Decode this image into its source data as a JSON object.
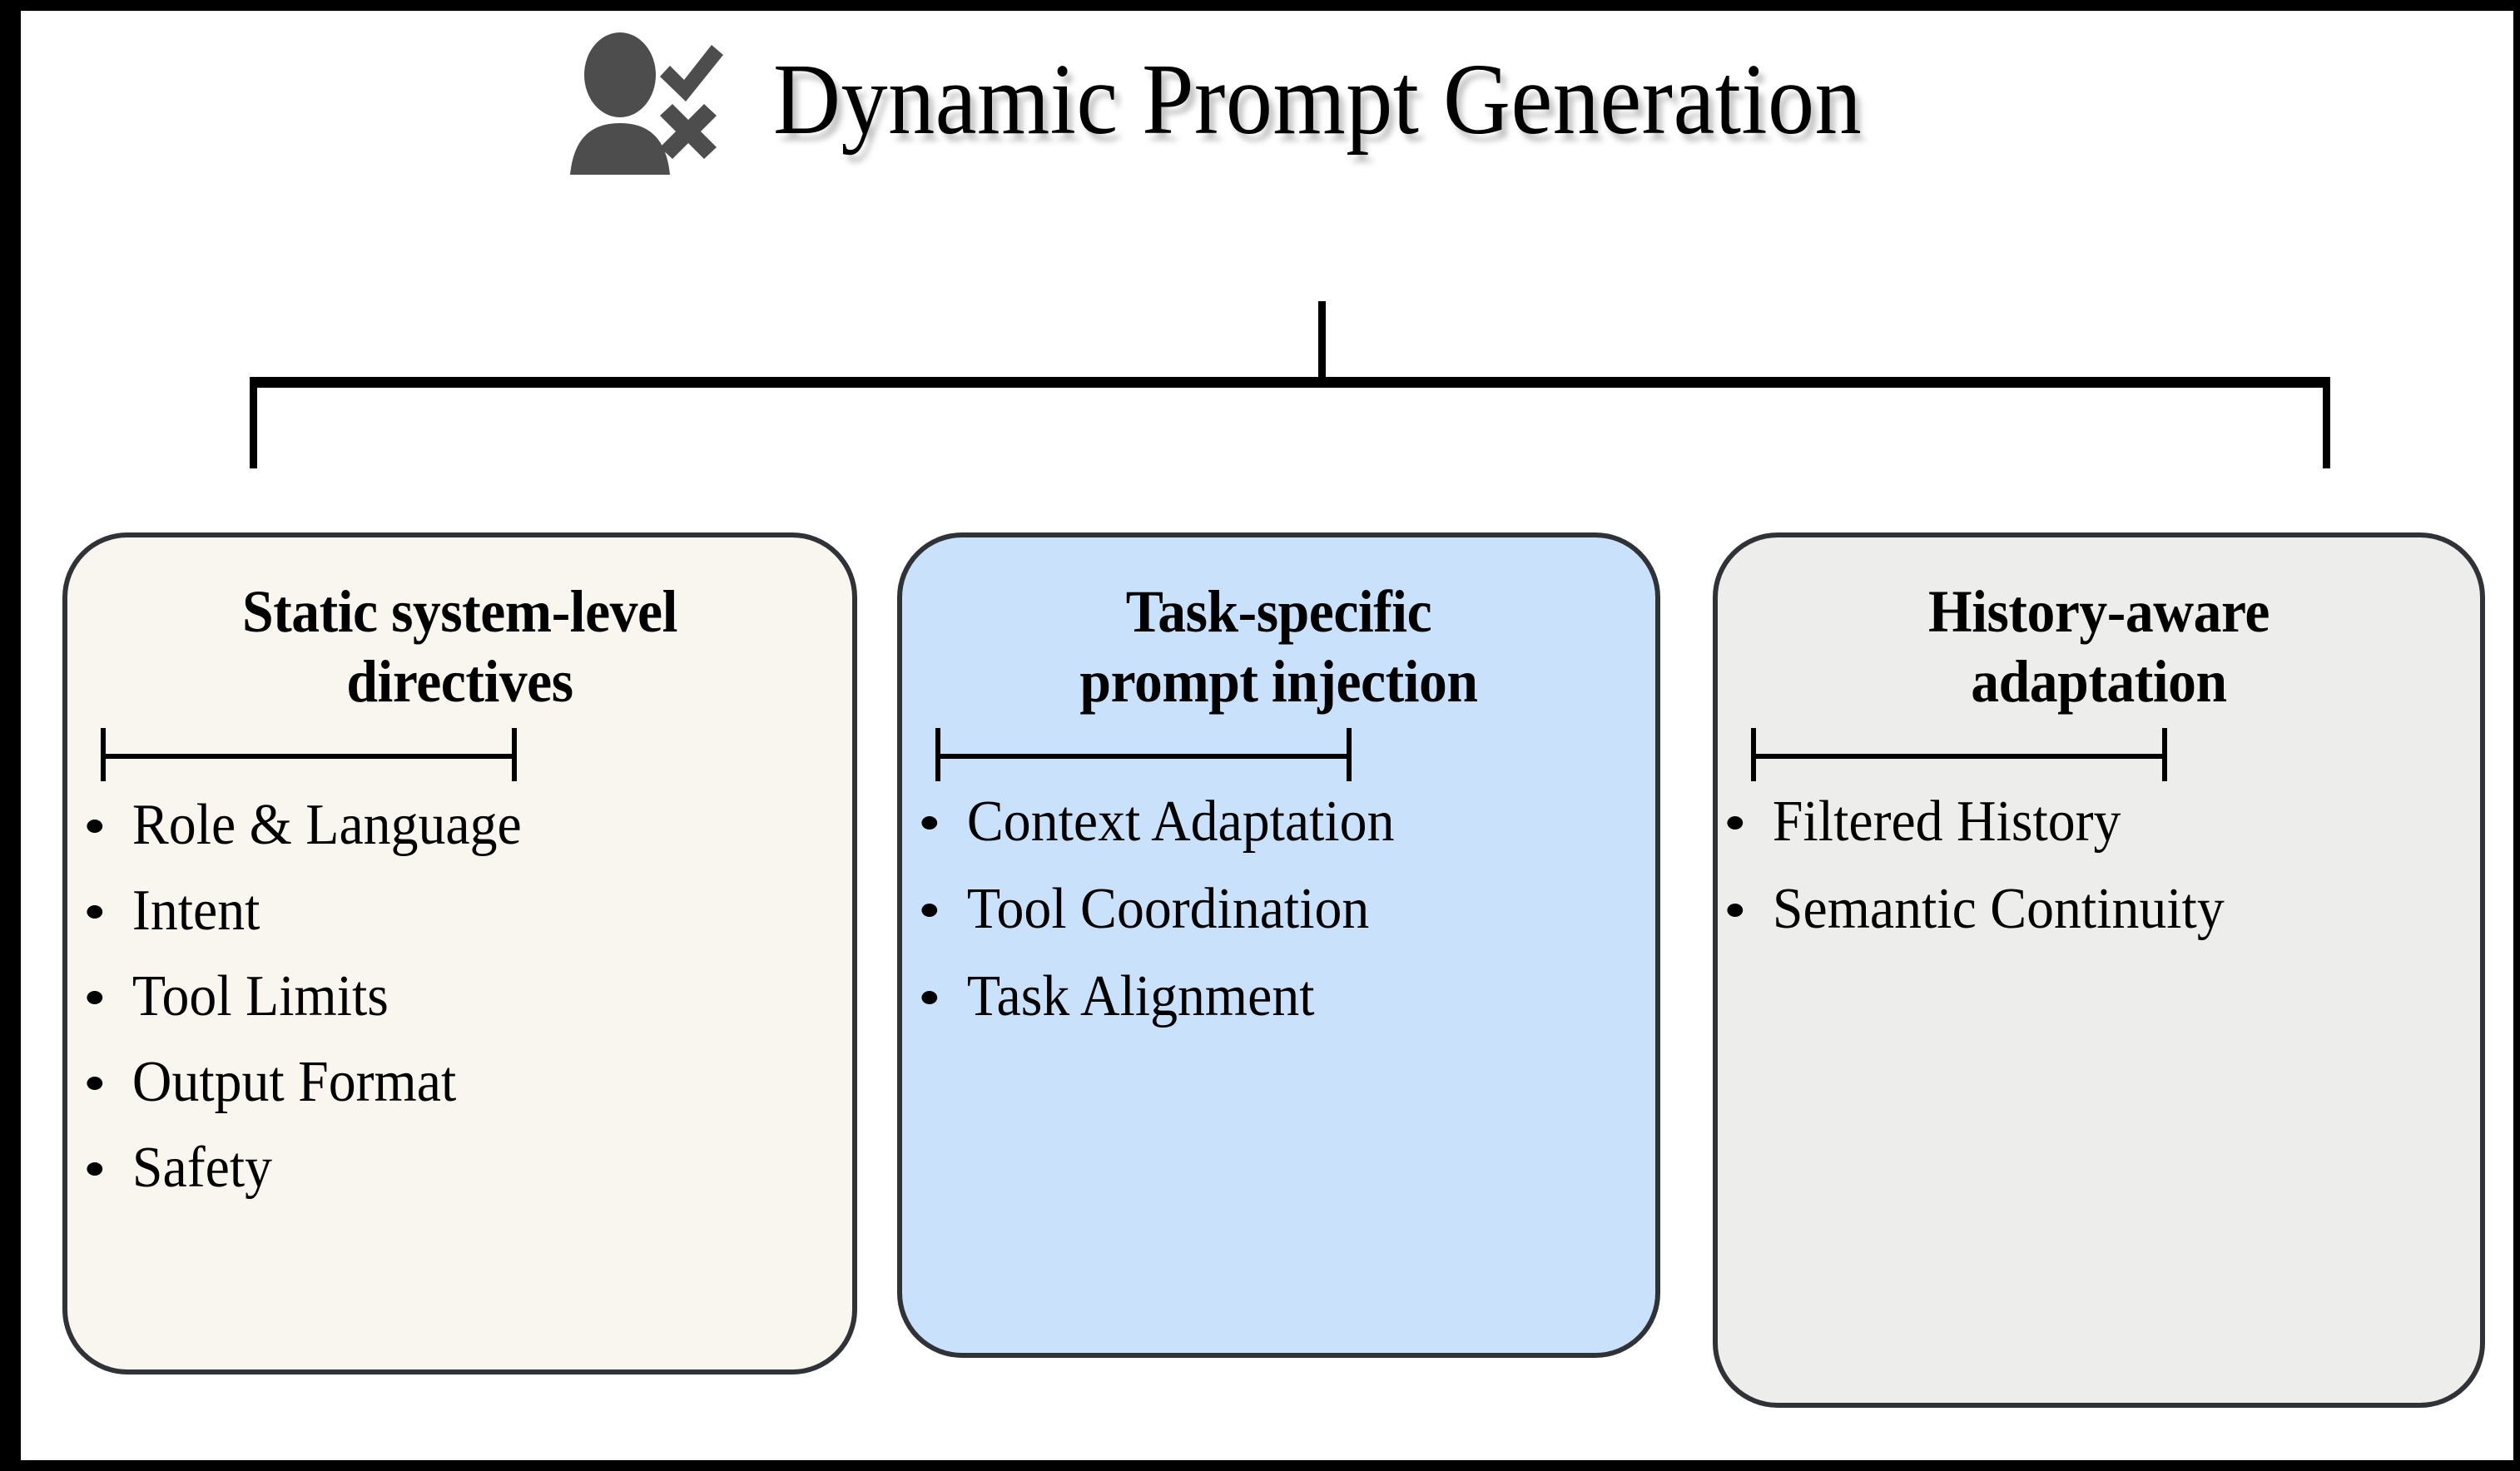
{
  "figure": {
    "title": "Dynamic Prompt Generation",
    "icon": "user-check-cross-icon",
    "colors": {
      "frame": "#000000",
      "card_border": "#2f3338",
      "card_1_fill": "#F9F6EF",
      "card_2_fill": "#C9E1FB",
      "card_3_fill": "#EDEDEB",
      "icon_gray": "#4d4d4d",
      "text": "#000000"
    }
  },
  "branches": [
    {
      "id": "static-system-level-directives",
      "title": "Static system-level directives",
      "title_lines": [
        "Static system-level",
        "directives"
      ],
      "items": [
        "Role & Language",
        "Intent",
        "Tool Limits",
        "Output Format",
        "Safety"
      ]
    },
    {
      "id": "task-specific-prompt-injection",
      "title": "Task-specific prompt injection",
      "title_lines": [
        "Task-specific",
        "prompt injection"
      ],
      "items": [
        "Context Adaptation",
        "Tool Coordination",
        "Task Alignment"
      ]
    },
    {
      "id": "history-aware-adaptation",
      "title": "History-aware adaptation",
      "title_lines": [
        "History-aware",
        "adaptation"
      ],
      "items": [
        "Filtered History",
        "Semantic Continuity"
      ]
    }
  ]
}
